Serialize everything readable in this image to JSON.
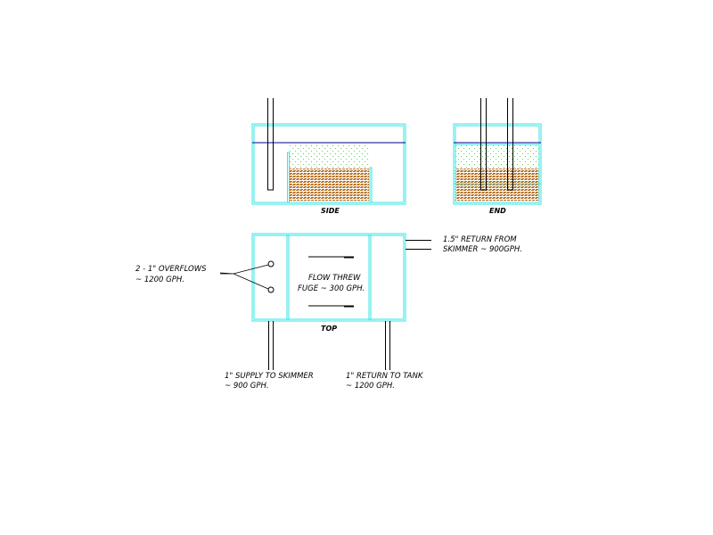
{
  "views": {
    "side_label": "SIDE",
    "end_label": "END",
    "top_label": "TOP"
  },
  "annotations": {
    "overflows": [
      "2 - 1\" OVERFLOWS",
      "~ 1200 GPH."
    ],
    "fuge": [
      "FLOW THREW",
      "FUGE ~ 300 GPH."
    ],
    "skimmer_return": [
      "1.5\" RETURN FROM",
      "SKIMMER ~ 900GPH."
    ],
    "skimmer_supply": [
      "1\" SUPPLY TO SKIMMER",
      "~ 900 GPH."
    ],
    "tank_return": [
      "1\" RETURN TO TANK",
      "~ 1200 GPH."
    ]
  },
  "colors": {
    "tank_wall": "#33e6e6",
    "water_line": "#00008b",
    "sand": "#c07a2a",
    "chaeto": "#66cc66"
  }
}
